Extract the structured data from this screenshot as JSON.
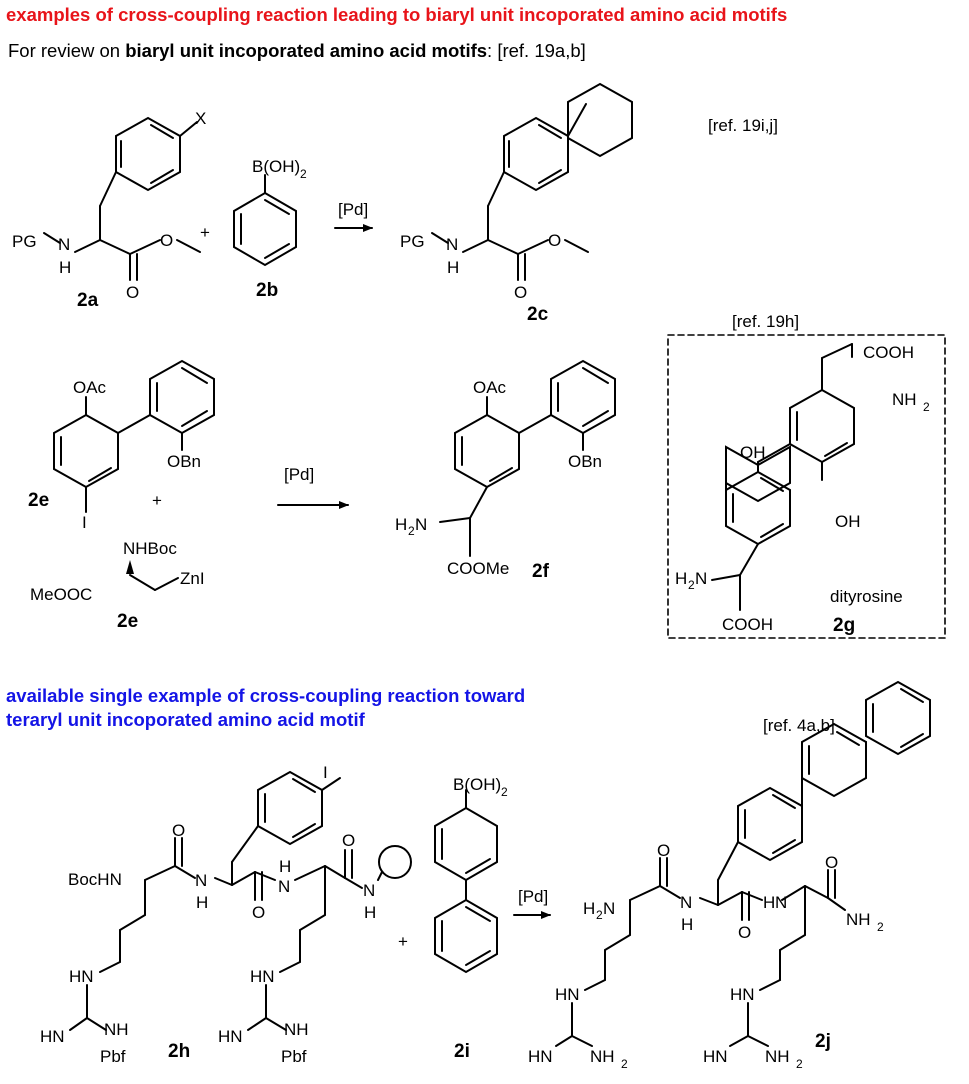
{
  "header": {
    "title": "examples of cross-coupling reaction leading to biaryl unit incoporated amino acid motifs",
    "title_color": "#e8141a",
    "review_prefix": "For review on ",
    "review_bold": "biaryl unit incoporated amino acid motifs",
    "review_suffix": ": [ref. 19a,b]"
  },
  "section2": {
    "line1": "available single example of cross-coupling reaction toward",
    "line2": "teraryl unit incoporated amino acid motif",
    "color": "#1414e6"
  },
  "refs": {
    "r1": "[ref. 19i,j]",
    "r2": "[ref. 19h]",
    "r3": "[ref. 4a,b]"
  },
  "reagents": {
    "pd1": "[Pd]",
    "pd2": "[Pd]",
    "pd3": "[Pd]",
    "plus1": "+",
    "plus2": "+",
    "plus3": "+"
  },
  "compounds": {
    "c2a": "2a",
    "c2b": "2b",
    "c2c": "2c",
    "c2e_top": "2e",
    "c2e_bottom": "2e",
    "c2f": "2f",
    "c2g": "2g",
    "c2h": "2h",
    "c2i": "2i",
    "c2j": "2j",
    "dityrosine": "dityrosine"
  },
  "atoms": {
    "X": "X",
    "PG": "PG",
    "N": "N",
    "H": "H",
    "O": "O",
    "B_OH": "B(OH)",
    "two": "2",
    "OAc": "OAc",
    "OBn": "OBn",
    "I": "I",
    "NHBoc": "NHBoc",
    "MeOOC": "MeOOC",
    "ZnI": "ZnI",
    "H2N_H2": "H",
    "H2N_N": "N",
    "COOMe": "COOMe",
    "COOH": "COOH",
    "NH2": "NH",
    "OH": "OH",
    "BocHN": "BocHN",
    "HN": "HN",
    "NH": "NH",
    "Pbf": "Pbf"
  }
}
